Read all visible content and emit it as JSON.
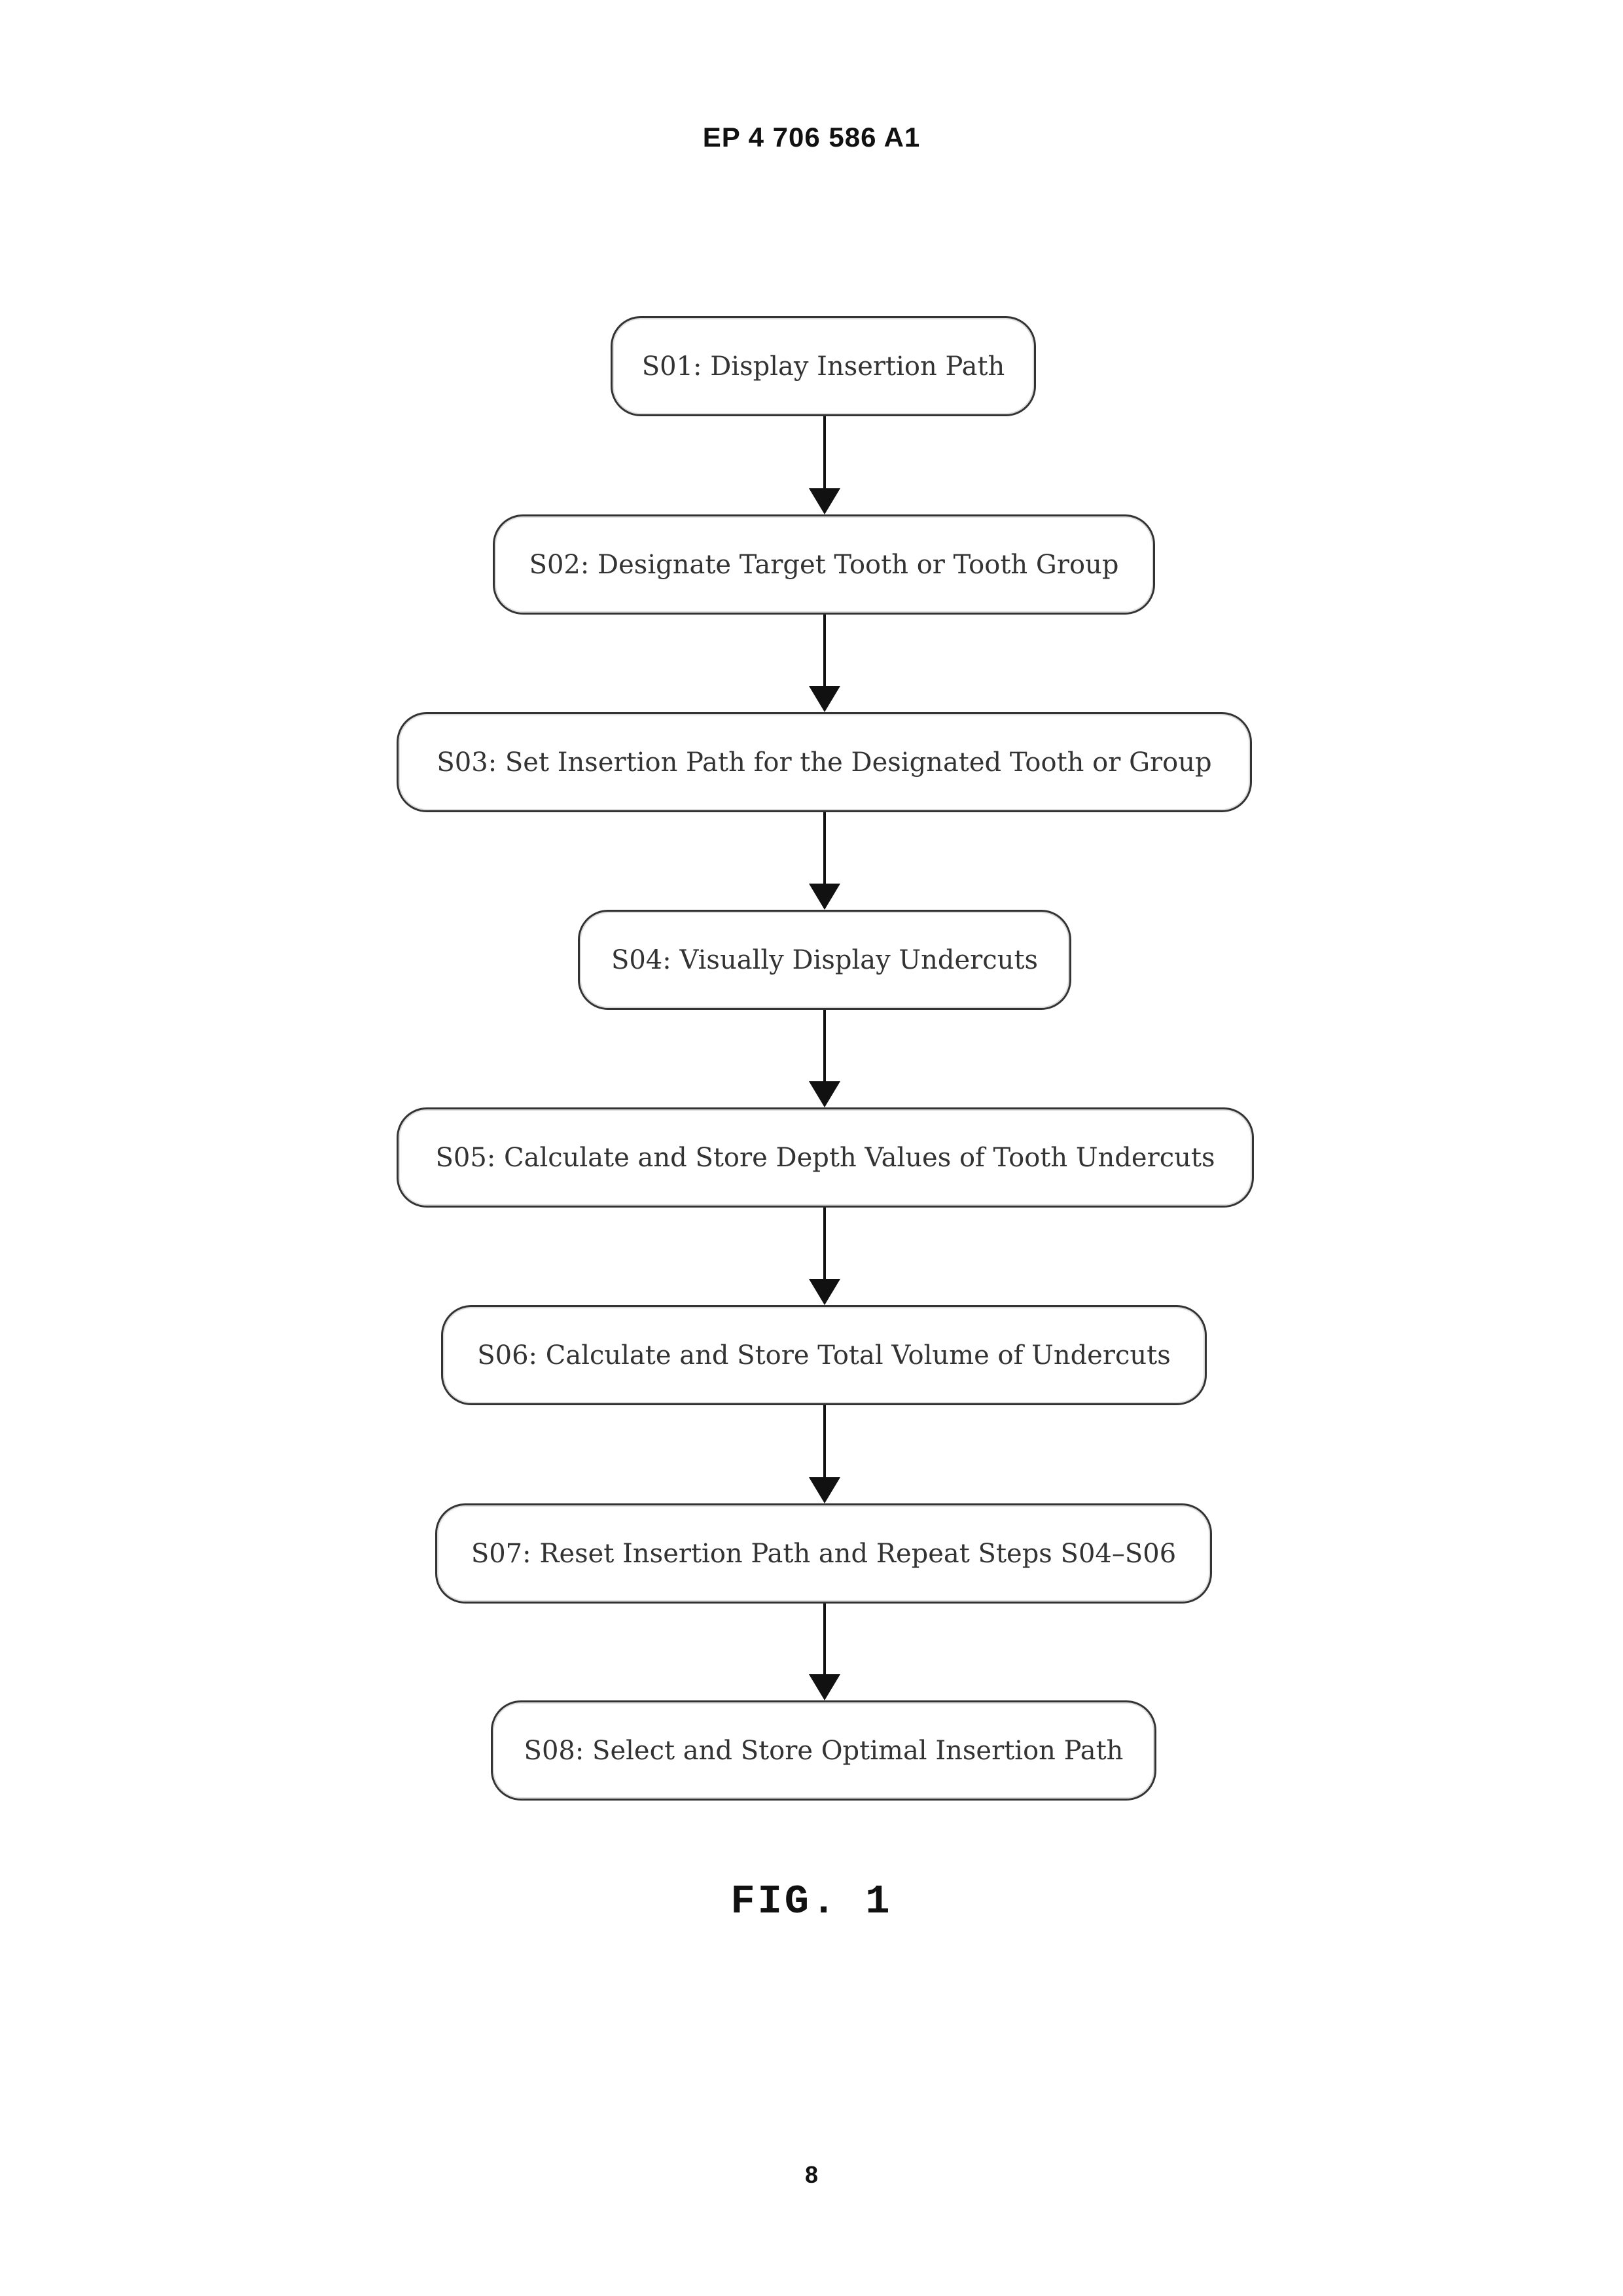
{
  "header": {
    "publication_number": "EP 4 706 586 A1"
  },
  "diagram": {
    "steps": [
      {
        "id": "S01",
        "label": "S01: Display Insertion Path"
      },
      {
        "id": "S02",
        "label": "S02: Designate Target Tooth or Tooth Group"
      },
      {
        "id": "S03",
        "label": "S03: Set Insertion Path for the Designated Tooth or Group"
      },
      {
        "id": "S04",
        "label": "S04: Visually Display Undercuts"
      },
      {
        "id": "S05",
        "label": "S05: Calculate and Store Depth Values of Tooth Undercuts"
      },
      {
        "id": "S06",
        "label": "S06: Calculate and Store Total Volume of Undercuts"
      },
      {
        "id": "S07",
        "label": "S07: Reset Insertion Path and Repeat Steps S04–S06"
      },
      {
        "id": "S08",
        "label": "S08: Select and Store Optimal Insertion Path"
      }
    ],
    "edges": [
      [
        "S01",
        "S02"
      ],
      [
        "S02",
        "S03"
      ],
      [
        "S03",
        "S04"
      ],
      [
        "S04",
        "S05"
      ],
      [
        "S05",
        "S06"
      ],
      [
        "S06",
        "S07"
      ],
      [
        "S07",
        "S08"
      ]
    ]
  },
  "figure": {
    "label": "FIG. 1"
  },
  "footer": {
    "page_number": "8"
  }
}
